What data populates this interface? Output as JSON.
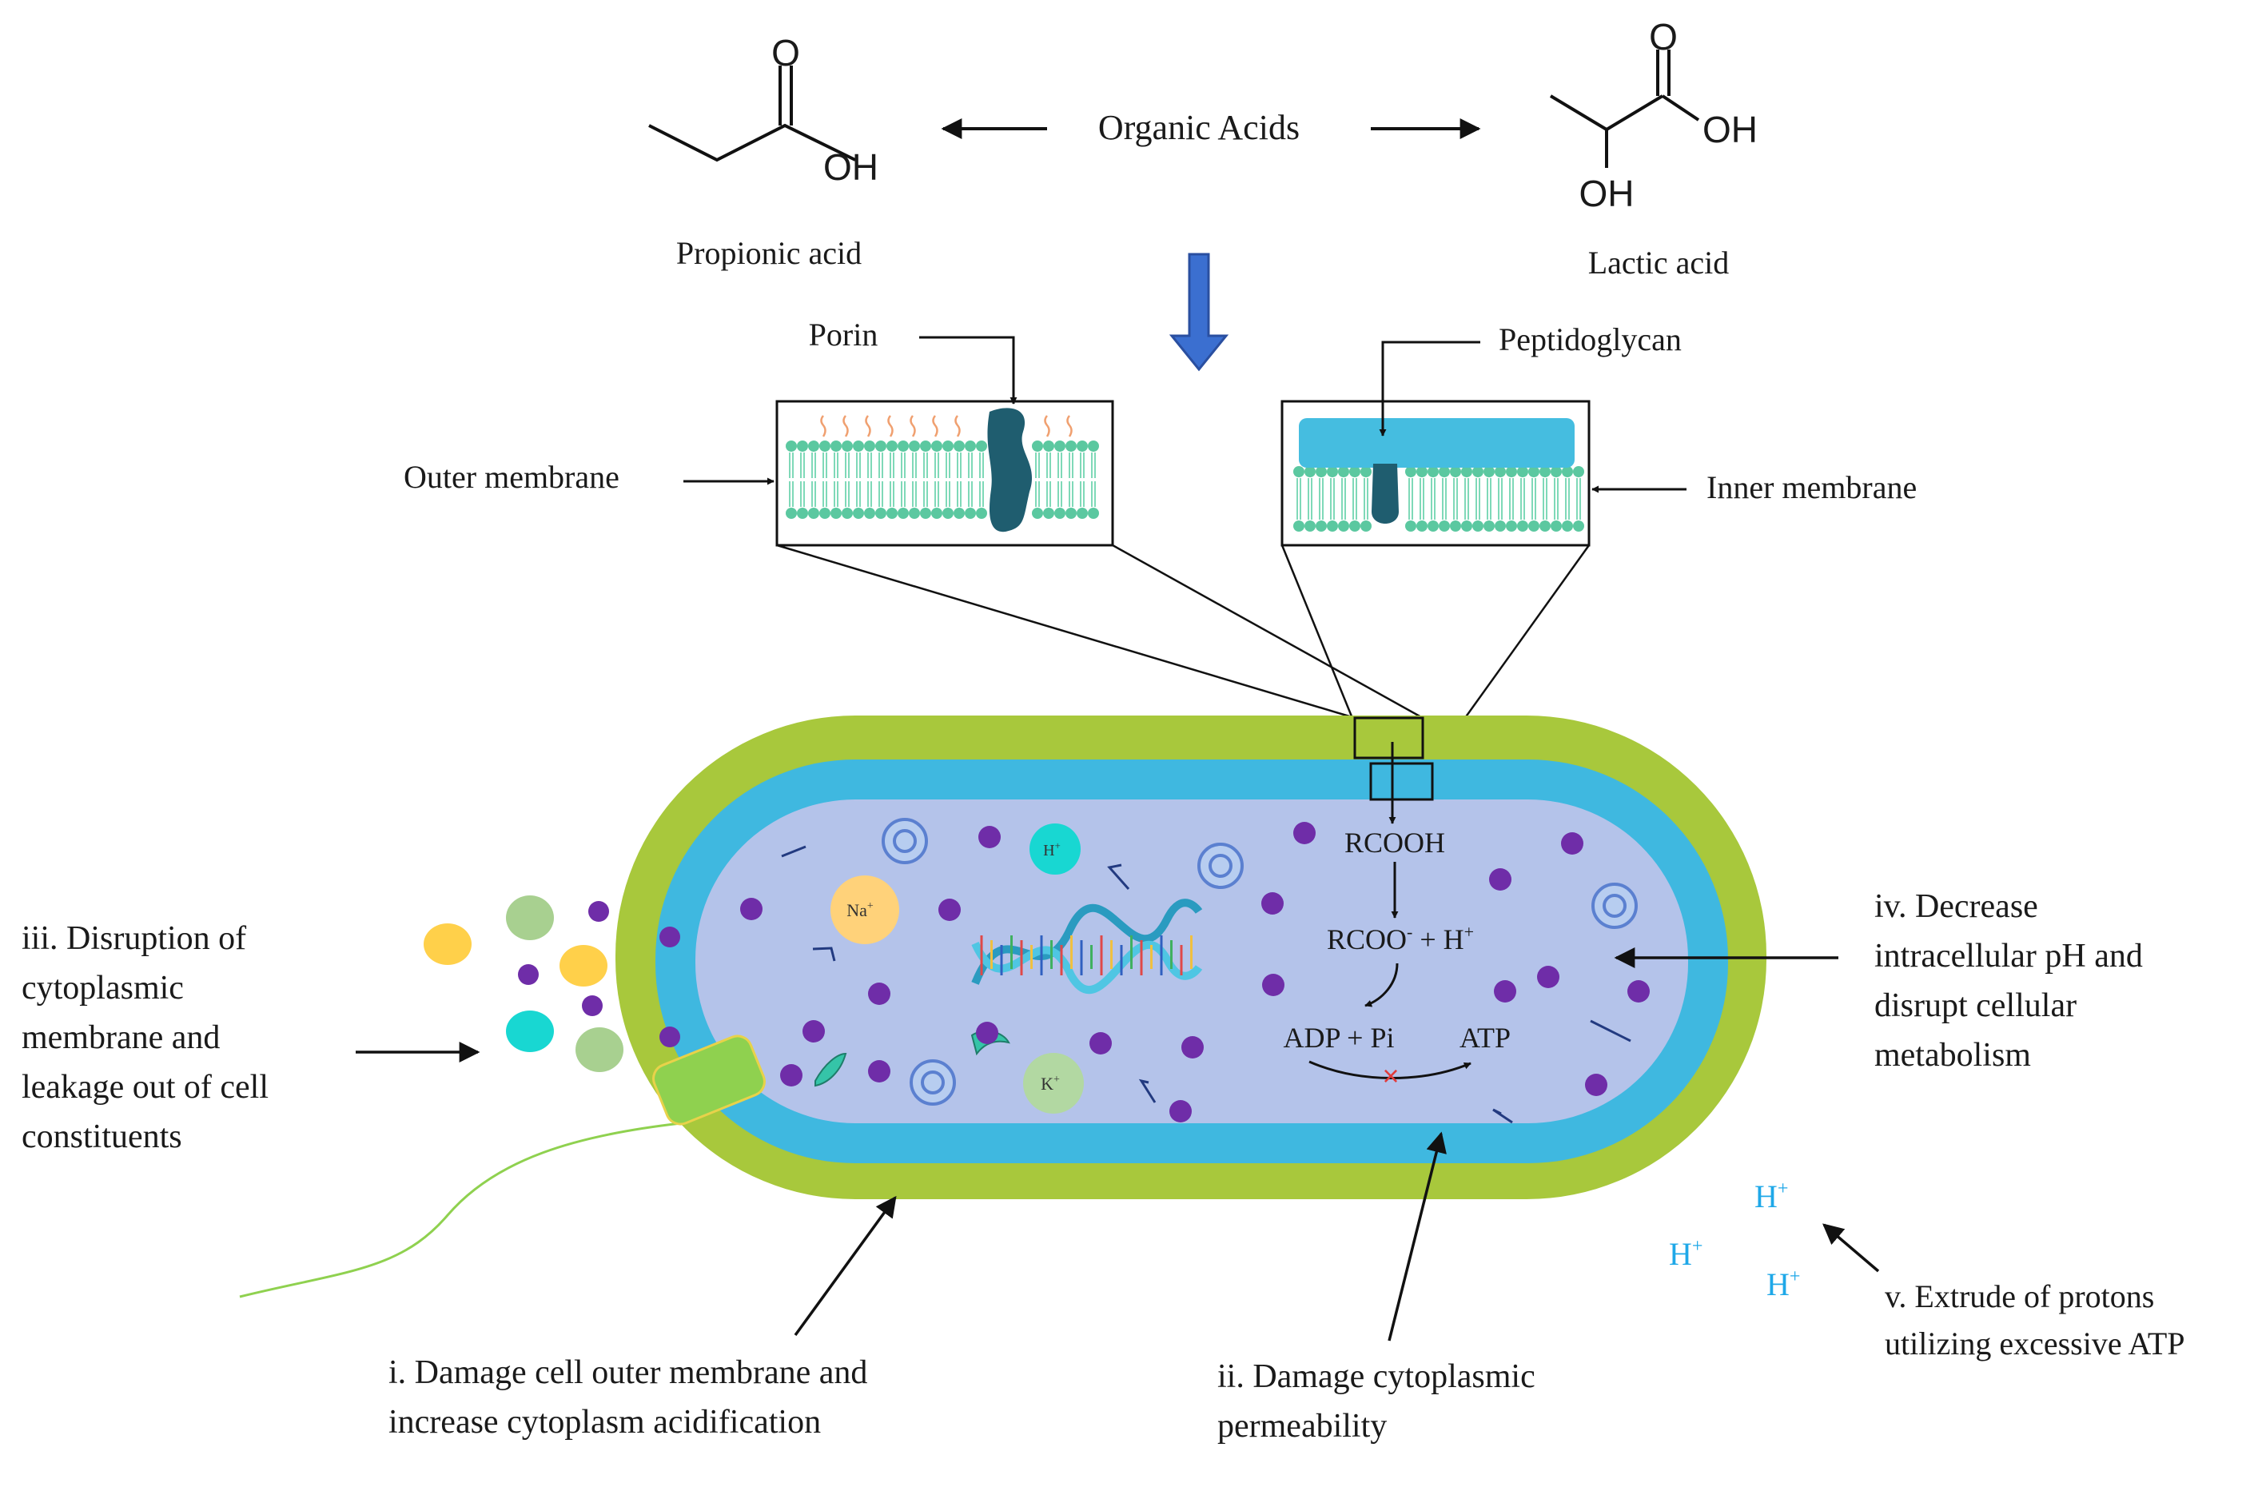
{
  "header": {
    "title": "Organic Acids"
  },
  "molecules": {
    "propionic": {
      "name": "Propionic acid",
      "o": "O",
      "oh": "OH"
    },
    "lactic": {
      "name": "Lactic acid",
      "o": "O",
      "oh": "OH",
      "oh2": "OH"
    }
  },
  "insets": {
    "porin": "Porin",
    "outer_membrane": "Outer membrane",
    "peptidoglycan": "Peptidoglycan",
    "inner_membrane": "Inner membrane"
  },
  "cell": {
    "rcooh": "RCOOH",
    "rcoo_main": "RCOO",
    "rcoo_sup": "-",
    "rcoo_rest": " + H",
    "rcoo_hsup": "+",
    "adp": "ADP + Pi",
    "atp": "ATP",
    "blocked_mark": "×",
    "ions": {
      "h": "H",
      "h_sup": "+",
      "na": "Na",
      "na_sup": "+",
      "k": "K",
      "k_sup": "+"
    }
  },
  "outside_protons": {
    "h": "H",
    "sup": "+"
  },
  "mechanisms": {
    "i": [
      "i. Damage cell outer membrane and",
      "increase cytoplasm acidification"
    ],
    "ii": [
      "ii. Damage cytoplasmic",
      "permeability"
    ],
    "iii": [
      "iii.  Disruption of",
      "cytoplasmic",
      "membrane and",
      "leakage out of cell",
      "constituents"
    ],
    "iv": [
      "iv. Decrease",
      "intracellular pH and",
      "disrupt cellular",
      "metabolism"
    ],
    "v": [
      "v. Extrude of protons",
      "utilizing excessive ATP"
    ]
  },
  "colors": {
    "cell_wall": "#a8c83c",
    "periplasm": "#3fb8e0",
    "cytoplasm": "#b4c3ea",
    "dots": "#6f2da8",
    "down_arrow": "#3b6fd0",
    "porin": "#1f5d6f",
    "lipid_head": "#5bc8a0",
    "peptidoglycan": "#45bde0",
    "na_ion": "#ffd27a",
    "h_ion": "#18d7d2",
    "k_ion": "#b2d8a2",
    "cross": "#e03a3a",
    "proton_text": "#1fa8e8"
  }
}
